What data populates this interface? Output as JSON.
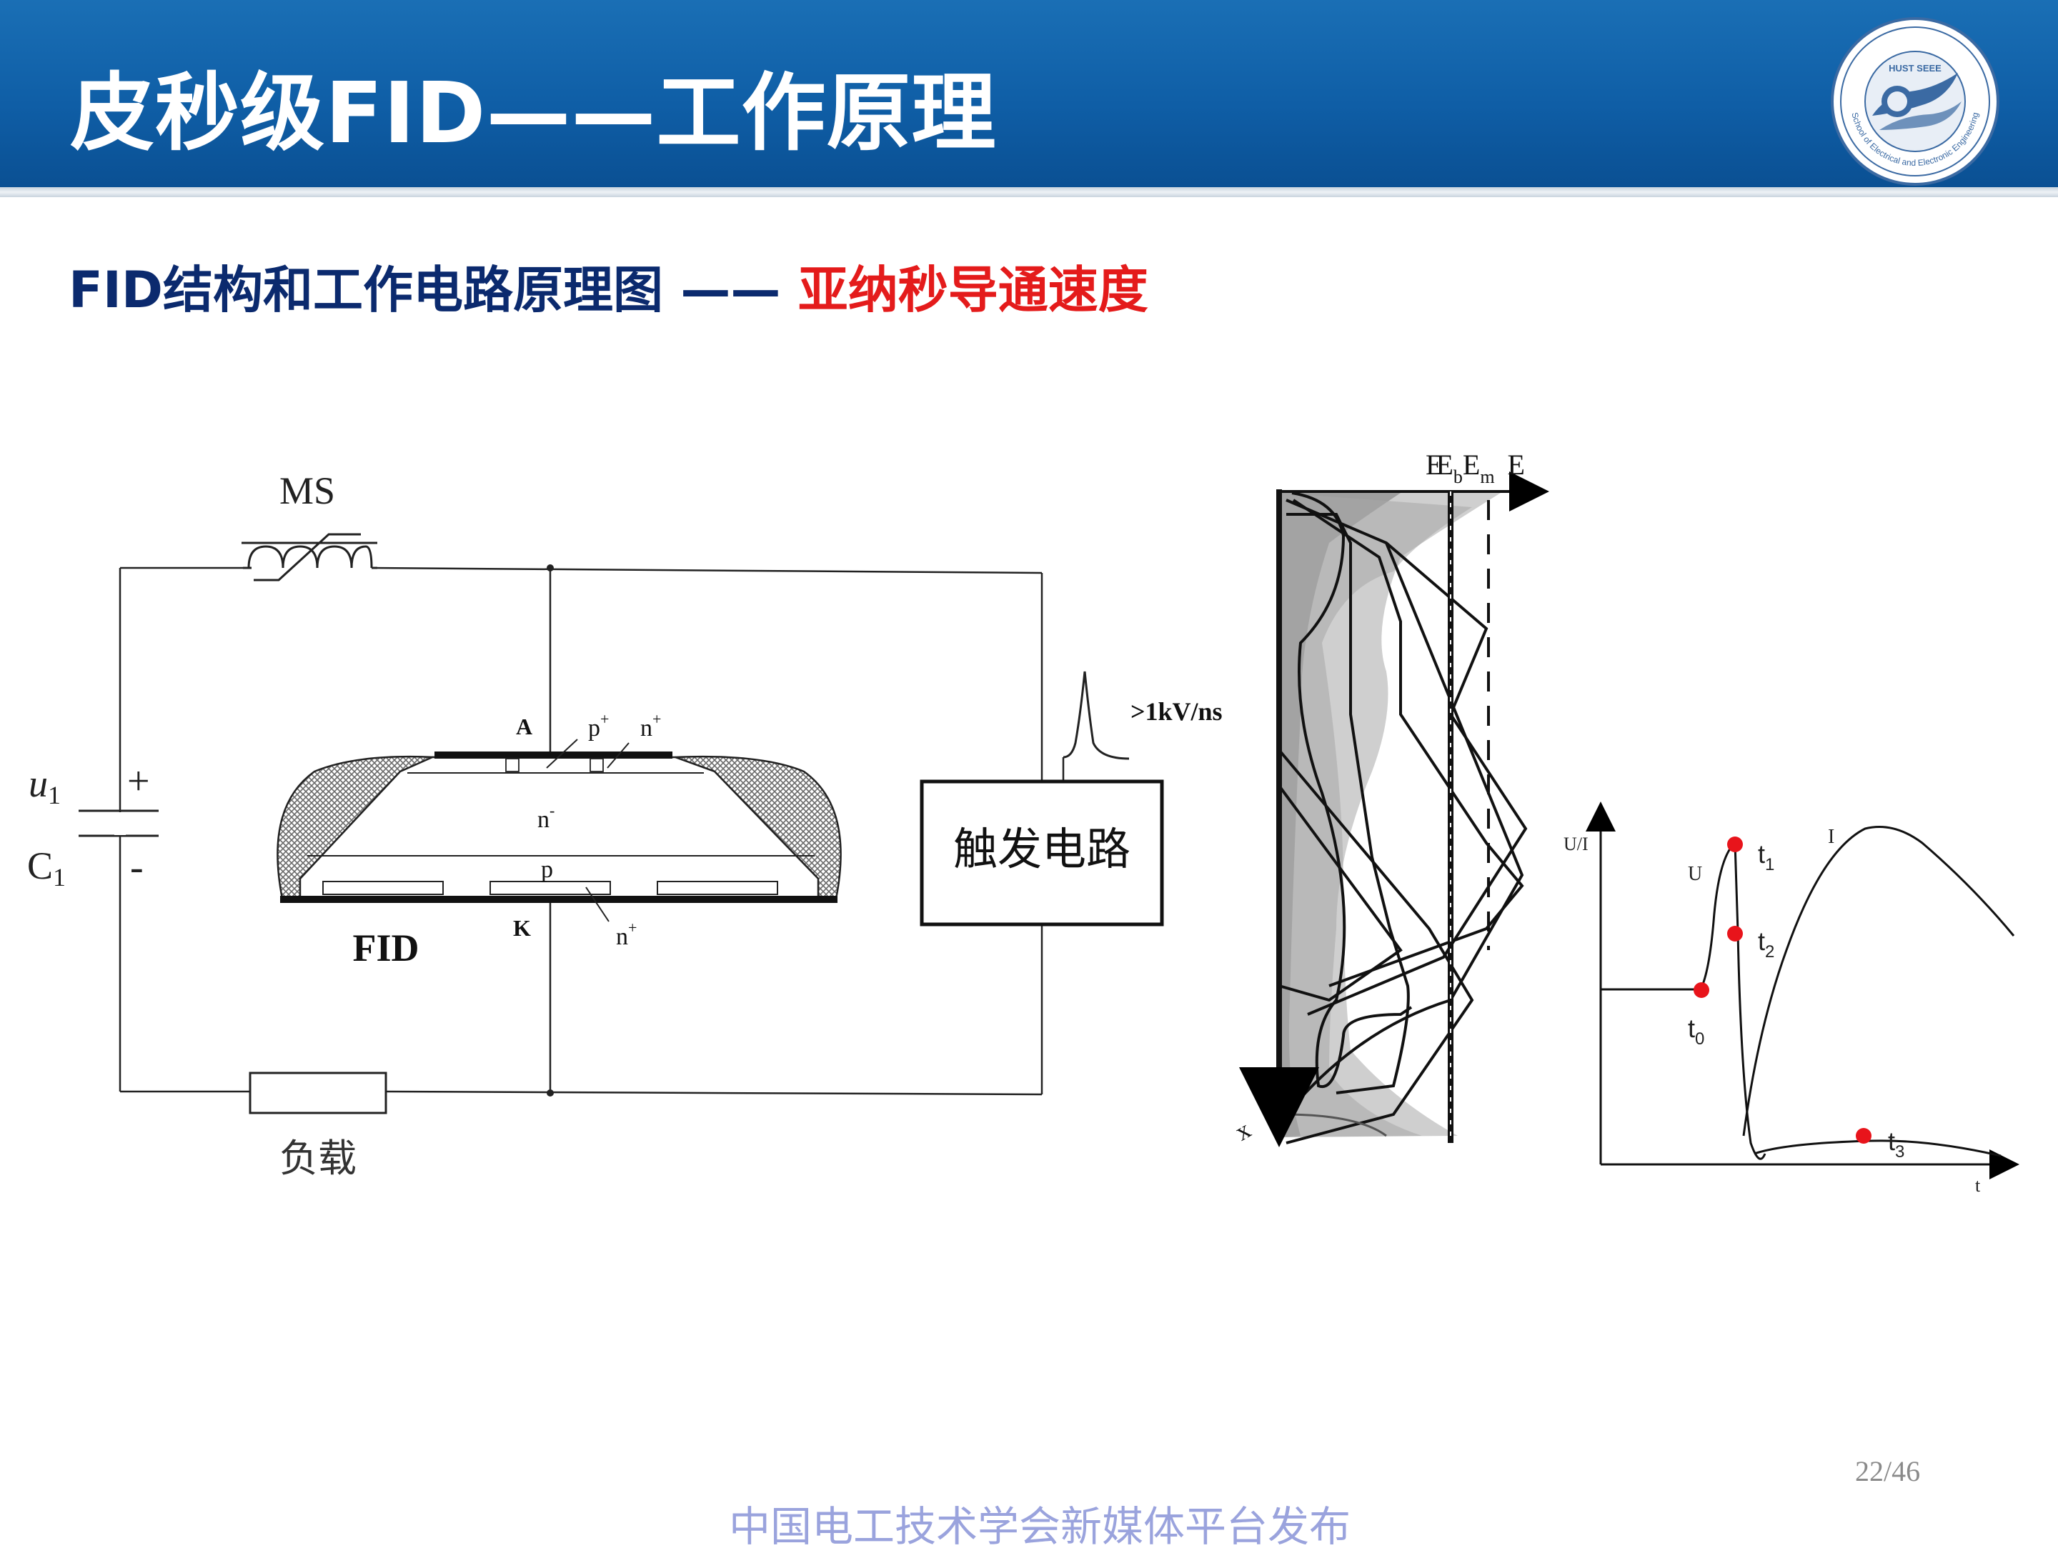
{
  "header": {
    "title": "皮秒级FID——工作原理",
    "logo_caption": "School of Electrical and Electronic Engineering",
    "logo_badge": "HUST SEEE",
    "colors": {
      "bar": "#0f5ea6",
      "text": "#ffffff"
    }
  },
  "subtitle": {
    "part1": "FID结构和工作电路原理图 ——",
    "part2": "亚纳秒导通速度",
    "colors": {
      "part1": "#0b2a6e",
      "part2": "#e41b1b"
    }
  },
  "circuit": {
    "ms_label": "MS",
    "u1_label": "u",
    "u1_sub": "1",
    "plus_label": "+",
    "c1_label": "C",
    "c1_sub": "1",
    "minus_label": "-",
    "load_label": "负载",
    "trigger_label": "触发电路",
    "pulse_label": ">1kV/ns",
    "device_label": "FID",
    "anode_label": "A",
    "cathode_label": "K",
    "p_plus_label": "p",
    "p_plus_sup": "+",
    "n_plus_top_label": "n",
    "n_plus_top_sup": "+",
    "n_minus_label": "n",
    "n_minus_sup": "-",
    "p_label": "p",
    "n_plus_bottom_label": "n",
    "n_plus_bottom_sup": "+"
  },
  "field_plot": {
    "axis_top_labels": [
      "E",
      "E",
      "b",
      "E",
      "m",
      "E"
    ],
    "x_axis_label": "x"
  },
  "waveform": {
    "y_axis_label": "U/I",
    "x_axis_label": "t",
    "u_label": "U",
    "i_label": "I",
    "points": [
      {
        "label": "t",
        "sub": "0"
      },
      {
        "label": "t",
        "sub": "1"
      },
      {
        "label": "t",
        "sub": "2"
      },
      {
        "label": "t",
        "sub": "3"
      }
    ],
    "marker_color": "#e8141b"
  },
  "page_number": "22/46",
  "footer": "中国电工技术学会新媒体平台发布"
}
